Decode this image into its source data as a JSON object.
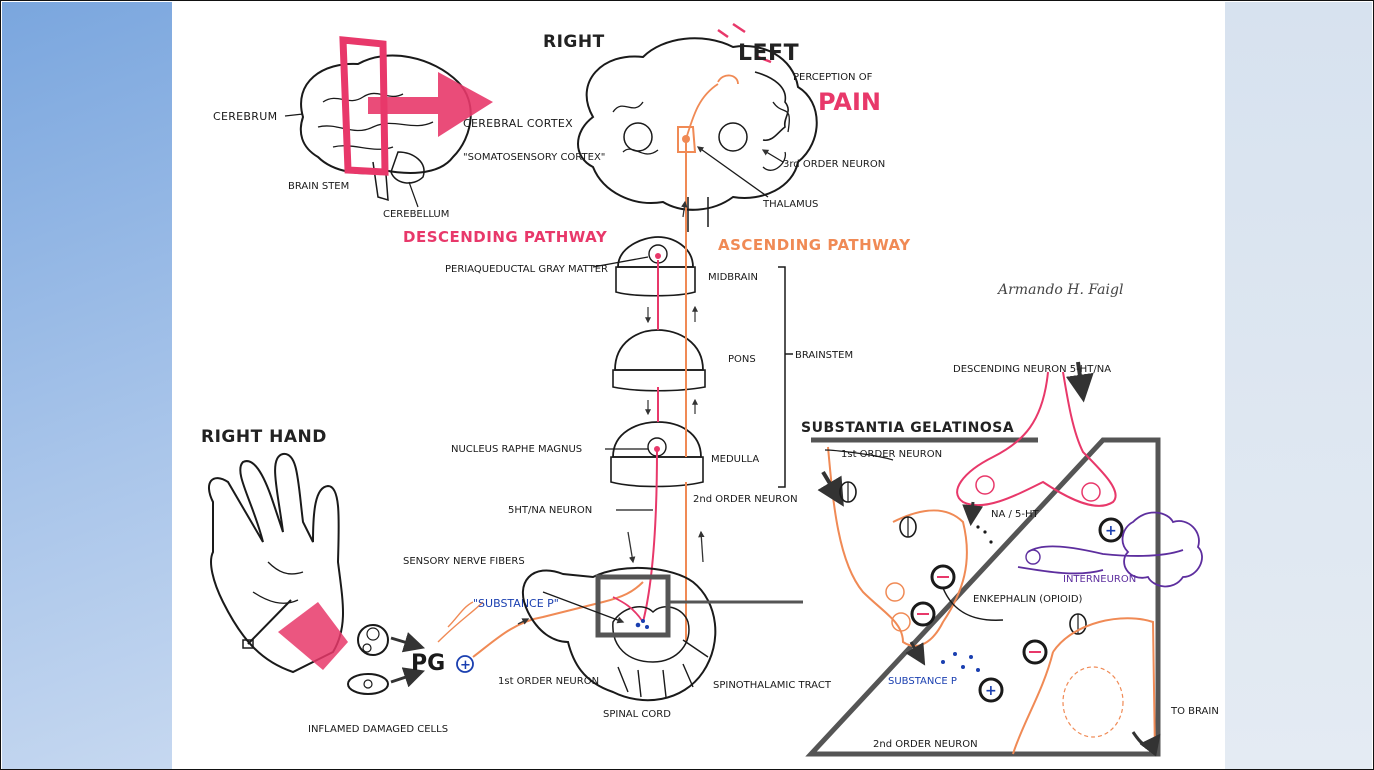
{
  "colors": {
    "descending": "#e8386a",
    "ascending": "#f08a55",
    "ink": "#1a1a1a",
    "blue": "#1a3fb0",
    "purple": "#5d2e9e",
    "box": "#555555"
  },
  "titles": {
    "right": "RIGHT",
    "left": "LEFT",
    "perception_of": "PERCEPTION OF",
    "pain": "PAIN",
    "descending_pathway": "DESCENDING PATHWAY",
    "ascending_pathway": "ASCENDING PATHWAY",
    "right_hand": "RIGHT HAND",
    "substantia_gelatinosa": "SUBSTANTIA GELATINOSA",
    "signature": "Armando H. Faigl"
  },
  "brain_labels": {
    "cerebrum": "CEREBRUM",
    "cerebral_cortex": "CEREBRAL CORTEX",
    "somatosensory": "\"SOMATOSENSORY CORTEX\"",
    "brain_stem": "BRAIN STEM",
    "cerebellum": "CEREBELLUM",
    "third_order": "3rd ORDER NEURON",
    "thalamus": "THALAMUS"
  },
  "brainstem_labels": {
    "periaqueductal": "PERIAQUEDUCTAL GRAY MATTER",
    "midbrain": "MIDBRAIN",
    "pons": "PONS",
    "brainstem": "BRAINSTEM",
    "nucleus_raphe": "NUCLEUS RAPHE MAGNUS",
    "medulla": "MEDULLA",
    "second_order": "2nd ORDER NEURON",
    "fiveht_neuron": "5HT/NA NEURON"
  },
  "periphery_labels": {
    "sensory_nerve": "SENSORY NERVE FIBERS",
    "substance_p_quote": "\"SUBSTANCE P\"",
    "pg": "PG",
    "first_order": "1st ORDER NEURON",
    "inflamed": "INFLAMED DAMAGED CELLS",
    "spinal_cord": "SPINAL CORD",
    "spinothalamic": "SPINOTHALAMIC TRACT"
  },
  "sg_labels": {
    "descending_neuron": "DESCENDING NEURON 5-HT/NA",
    "first_order": "1st ORDER NEURON",
    "na_5ht": "NA / 5-HT",
    "interneuron": "INTERNEURON",
    "enkephalin": "ENKEPHALIN (OPIOID)",
    "substance_p": "SUBSTANCE P",
    "second_order": "2nd ORDER NEURON",
    "to_brain": "TO BRAIN",
    "plus": "+",
    "minus": "−"
  }
}
